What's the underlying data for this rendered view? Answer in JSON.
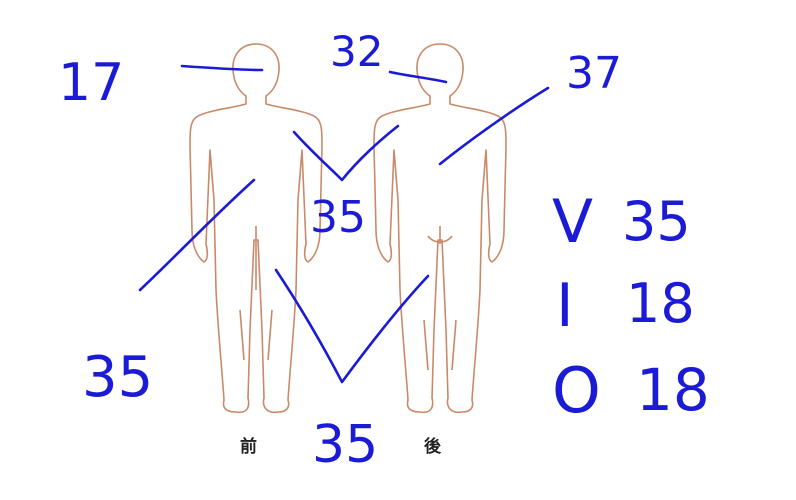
{
  "captions": {
    "front": "前",
    "back": "後"
  },
  "annotations": {
    "head_front": "17",
    "head_back": "32",
    "back_torso": "37",
    "center": "35",
    "front_leg": "35",
    "bottom": "35"
  },
  "legend": [
    {
      "key": "V",
      "value": "35"
    },
    {
      "key": "I",
      "value": "18"
    },
    {
      "key": "O",
      "value": "18"
    }
  ],
  "colors": {
    "body_outline": "#c98a6a",
    "ink": "#1b1bd6",
    "caption": "#222222"
  }
}
